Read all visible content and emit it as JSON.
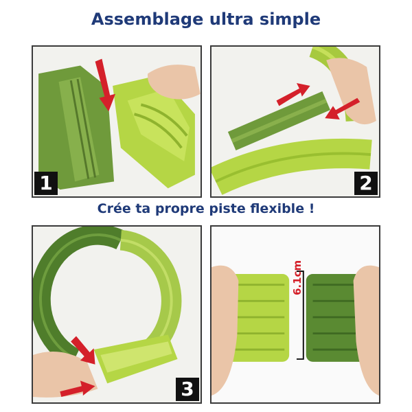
{
  "headings": {
    "top": "Assemblage ultra simple",
    "middle": "Crée ta propre piste flexible !"
  },
  "panels": [
    {
      "step": "1"
    },
    {
      "step": "2"
    },
    {
      "step": "3"
    },
    {
      "measurement": "6.1cm"
    }
  ],
  "colors": {
    "heading": "#1f3a78",
    "track_light": "#b5d645",
    "track_dark": "#5a8a32",
    "arrow": "#d4202a"
  }
}
